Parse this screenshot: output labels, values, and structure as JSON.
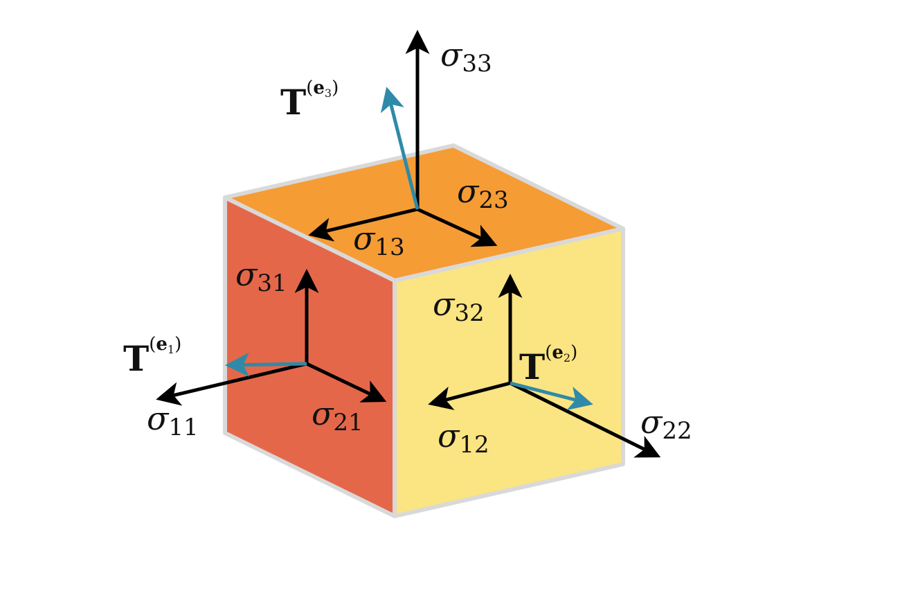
{
  "colors": {
    "face_top": "#F59C35",
    "face_left": "#E5674A",
    "face_right": "#FBE482",
    "edge": "#D9D9D9",
    "arrow_black": "#000000",
    "arrow_traction": "#2E8AA8"
  },
  "labels": {
    "s33": {
      "sym": "σ",
      "sub": "33"
    },
    "s23": {
      "sym": "σ",
      "sub": "23"
    },
    "s13": {
      "sym": "σ",
      "sub": "13"
    },
    "s31": {
      "sym": "σ",
      "sub": "31"
    },
    "s11": {
      "sym": "σ",
      "sub": "11"
    },
    "s21": {
      "sym": "σ",
      "sub": "21"
    },
    "s32": {
      "sym": "σ",
      "sub": "32"
    },
    "s12": {
      "sym": "σ",
      "sub": "12"
    },
    "s22": {
      "sym": "σ",
      "sub": "22"
    },
    "t1": {
      "sym": "T",
      "open": "(",
      "e": "e",
      "idx": "1",
      "close": ")"
    },
    "t2": {
      "sym": "T",
      "open": "(",
      "e": "e",
      "idx": "2",
      "close": ")"
    },
    "t3": {
      "sym": "T",
      "open": "(",
      "e": "e",
      "idx": "3",
      "close": ")"
    }
  }
}
